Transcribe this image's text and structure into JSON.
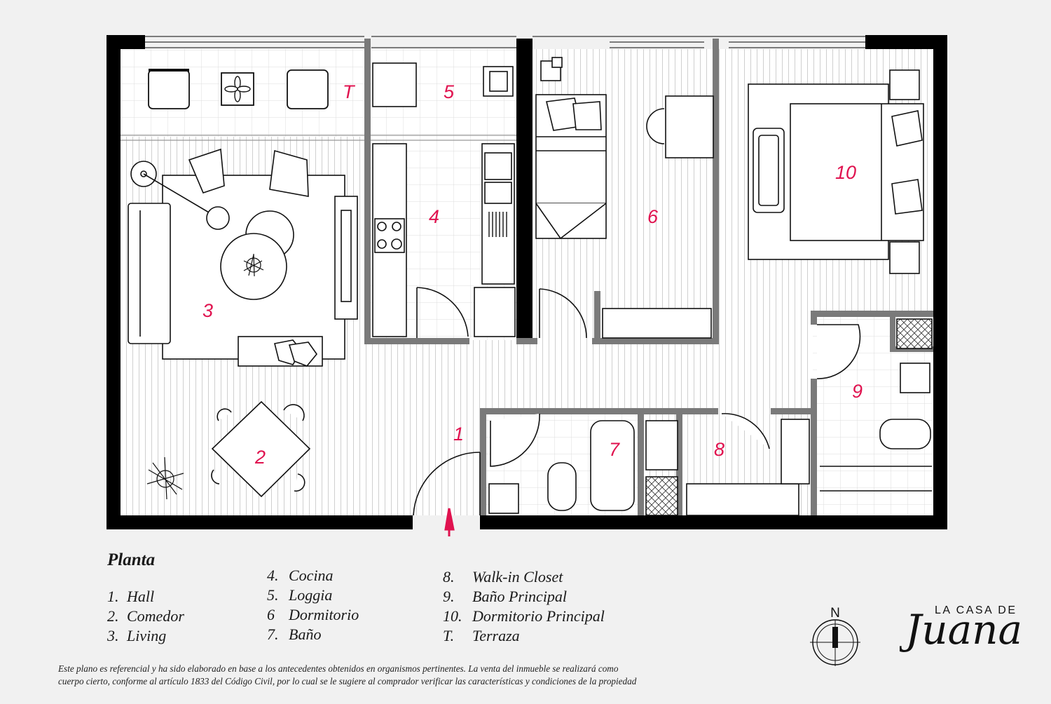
{
  "rooms": [
    {
      "num": "1",
      "name": "Hall"
    },
    {
      "num": "2",
      "name": "Comedor"
    },
    {
      "num": "3",
      "name": "Living"
    },
    {
      "num": "4",
      "name": "Cocina"
    },
    {
      "num": "5",
      "name": "Loggia"
    },
    {
      "num": "6",
      "name": "Dormitorio"
    },
    {
      "num": "7",
      "name": "Baño"
    },
    {
      "num": "8",
      "name": "Walk-in Closet"
    },
    {
      "num": "9",
      "name": "Baño Principal"
    },
    {
      "num": "10",
      "name": "Dormitorio Principal"
    },
    {
      "num": "T",
      "name": "Terraza"
    }
  ],
  "legend": {
    "title": "Planta",
    "col1": [
      {
        "n": "1.",
        "label": "Hall"
      },
      {
        "n": "2.",
        "label": "Comedor"
      },
      {
        "n": "3.",
        "label": "Living"
      }
    ],
    "col2": [
      {
        "n": "4.",
        "label": "Cocina"
      },
      {
        "n": "5.",
        "label": "Loggia"
      },
      {
        "n": "6",
        "label": "Dormitorio"
      },
      {
        "n": "7.",
        "label": "Baño"
      }
    ],
    "col3": [
      {
        "n": "8.",
        "label": "Walk-in Closet"
      },
      {
        "n": "9.",
        "label": "Baño Principal"
      },
      {
        "n": "10.",
        "label": "Dormitorio Principal"
      },
      {
        "n": "T.",
        "label": "Terraza"
      }
    ]
  },
  "disclaimer_line1": "Este plano es referencial y ha sido elaborado en base a los antecedentes obtenidos en organismos pertinentes.  La venta del inmueble se realizará como",
  "disclaimer_line2": "cuerpo cierto, conforme al artículo 1833 del Código Civil, por lo cual se le sugiere al comprador verificar las características y condiciones de la propiedad",
  "compass": {
    "label": "N",
    "icon": "compass-north-icon"
  },
  "brand": {
    "small": "LA CASA DE",
    "script": "Juana"
  },
  "colors": {
    "wall": "#000000",
    "partition": "#7a7a7a",
    "accent": "#e0124f",
    "floor": "#ffffff",
    "background": "#f1f1f1"
  }
}
